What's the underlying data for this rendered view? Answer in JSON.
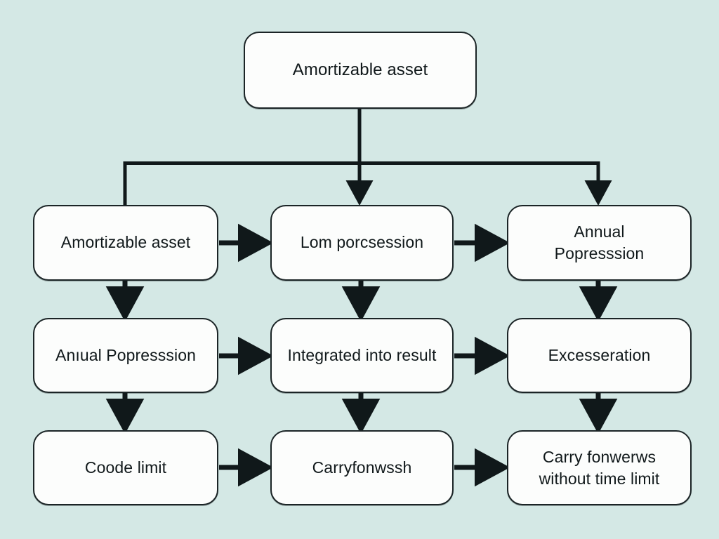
{
  "diagram": {
    "title": "Amortizable asset flowchart",
    "background_color": "#d4e8e5",
    "node_fill_color": "#fcfdfc",
    "node_border_color": "#1b2426",
    "edge_color": "#10181a",
    "nodes": {
      "root": {
        "label": "Amortizable asset"
      },
      "r1c1": {
        "label": "Amortizable asset"
      },
      "r1c2": {
        "label": "Lom porcsession"
      },
      "r1c3": {
        "label": "Annual\nPopresssion"
      },
      "r2c1": {
        "label": "Anıual Popresssion"
      },
      "r2c2": {
        "label": "Integrated into result"
      },
      "r2c3": {
        "label": "Excesseration"
      },
      "r3c1": {
        "label": "Coode limit"
      },
      "r3c2": {
        "label": "Carryfonwssh"
      },
      "r3c3": {
        "label": "Carry fonwerws\nwithout time limit"
      }
    },
    "edges": [
      {
        "name": "root-to-bus",
        "from": "root",
        "to": "bus",
        "arrow": false
      },
      {
        "name": "bus-to-r1c1",
        "from": "bus",
        "to": "r1c1",
        "arrow": false
      },
      {
        "name": "bus-to-r1c2",
        "from": "bus",
        "to": "r1c2",
        "arrow": true
      },
      {
        "name": "bus-to-r1c3",
        "from": "bus",
        "to": "r1c3",
        "arrow": true
      },
      {
        "name": "r1c1-to-r1c2",
        "from": "r1c1",
        "to": "r1c2",
        "arrow": true
      },
      {
        "name": "r1c2-to-r1c3",
        "from": "r1c2",
        "to": "r1c3",
        "arrow": true
      },
      {
        "name": "r1c1-to-r2c1",
        "from": "r1c1",
        "to": "r2c1",
        "arrow": true
      },
      {
        "name": "r1c2-to-r2c2",
        "from": "r1c2",
        "to": "r2c2",
        "arrow": true
      },
      {
        "name": "r1c3-to-r2c3",
        "from": "r1c3",
        "to": "r2c3",
        "arrow": true
      },
      {
        "name": "r2c1-to-r2c2",
        "from": "r2c1",
        "to": "r2c2",
        "arrow": true
      },
      {
        "name": "r2c2-to-r2c3",
        "from": "r2c2",
        "to": "r2c3",
        "arrow": true
      },
      {
        "name": "r2c1-to-r3c1",
        "from": "r2c1",
        "to": "r3c1",
        "arrow": true
      },
      {
        "name": "r2c2-to-r3c2",
        "from": "r2c2",
        "to": "r3c2",
        "arrow": true
      },
      {
        "name": "r2c3-to-r3c3",
        "from": "r2c3",
        "to": "r3c3",
        "arrow": true
      },
      {
        "name": "r3c1-to-r3c2",
        "from": "r3c1",
        "to": "r3c2",
        "arrow": true
      },
      {
        "name": "r3c2-to-r3c3",
        "from": "r3c2",
        "to": "r3c3",
        "arrow": true
      }
    ]
  }
}
